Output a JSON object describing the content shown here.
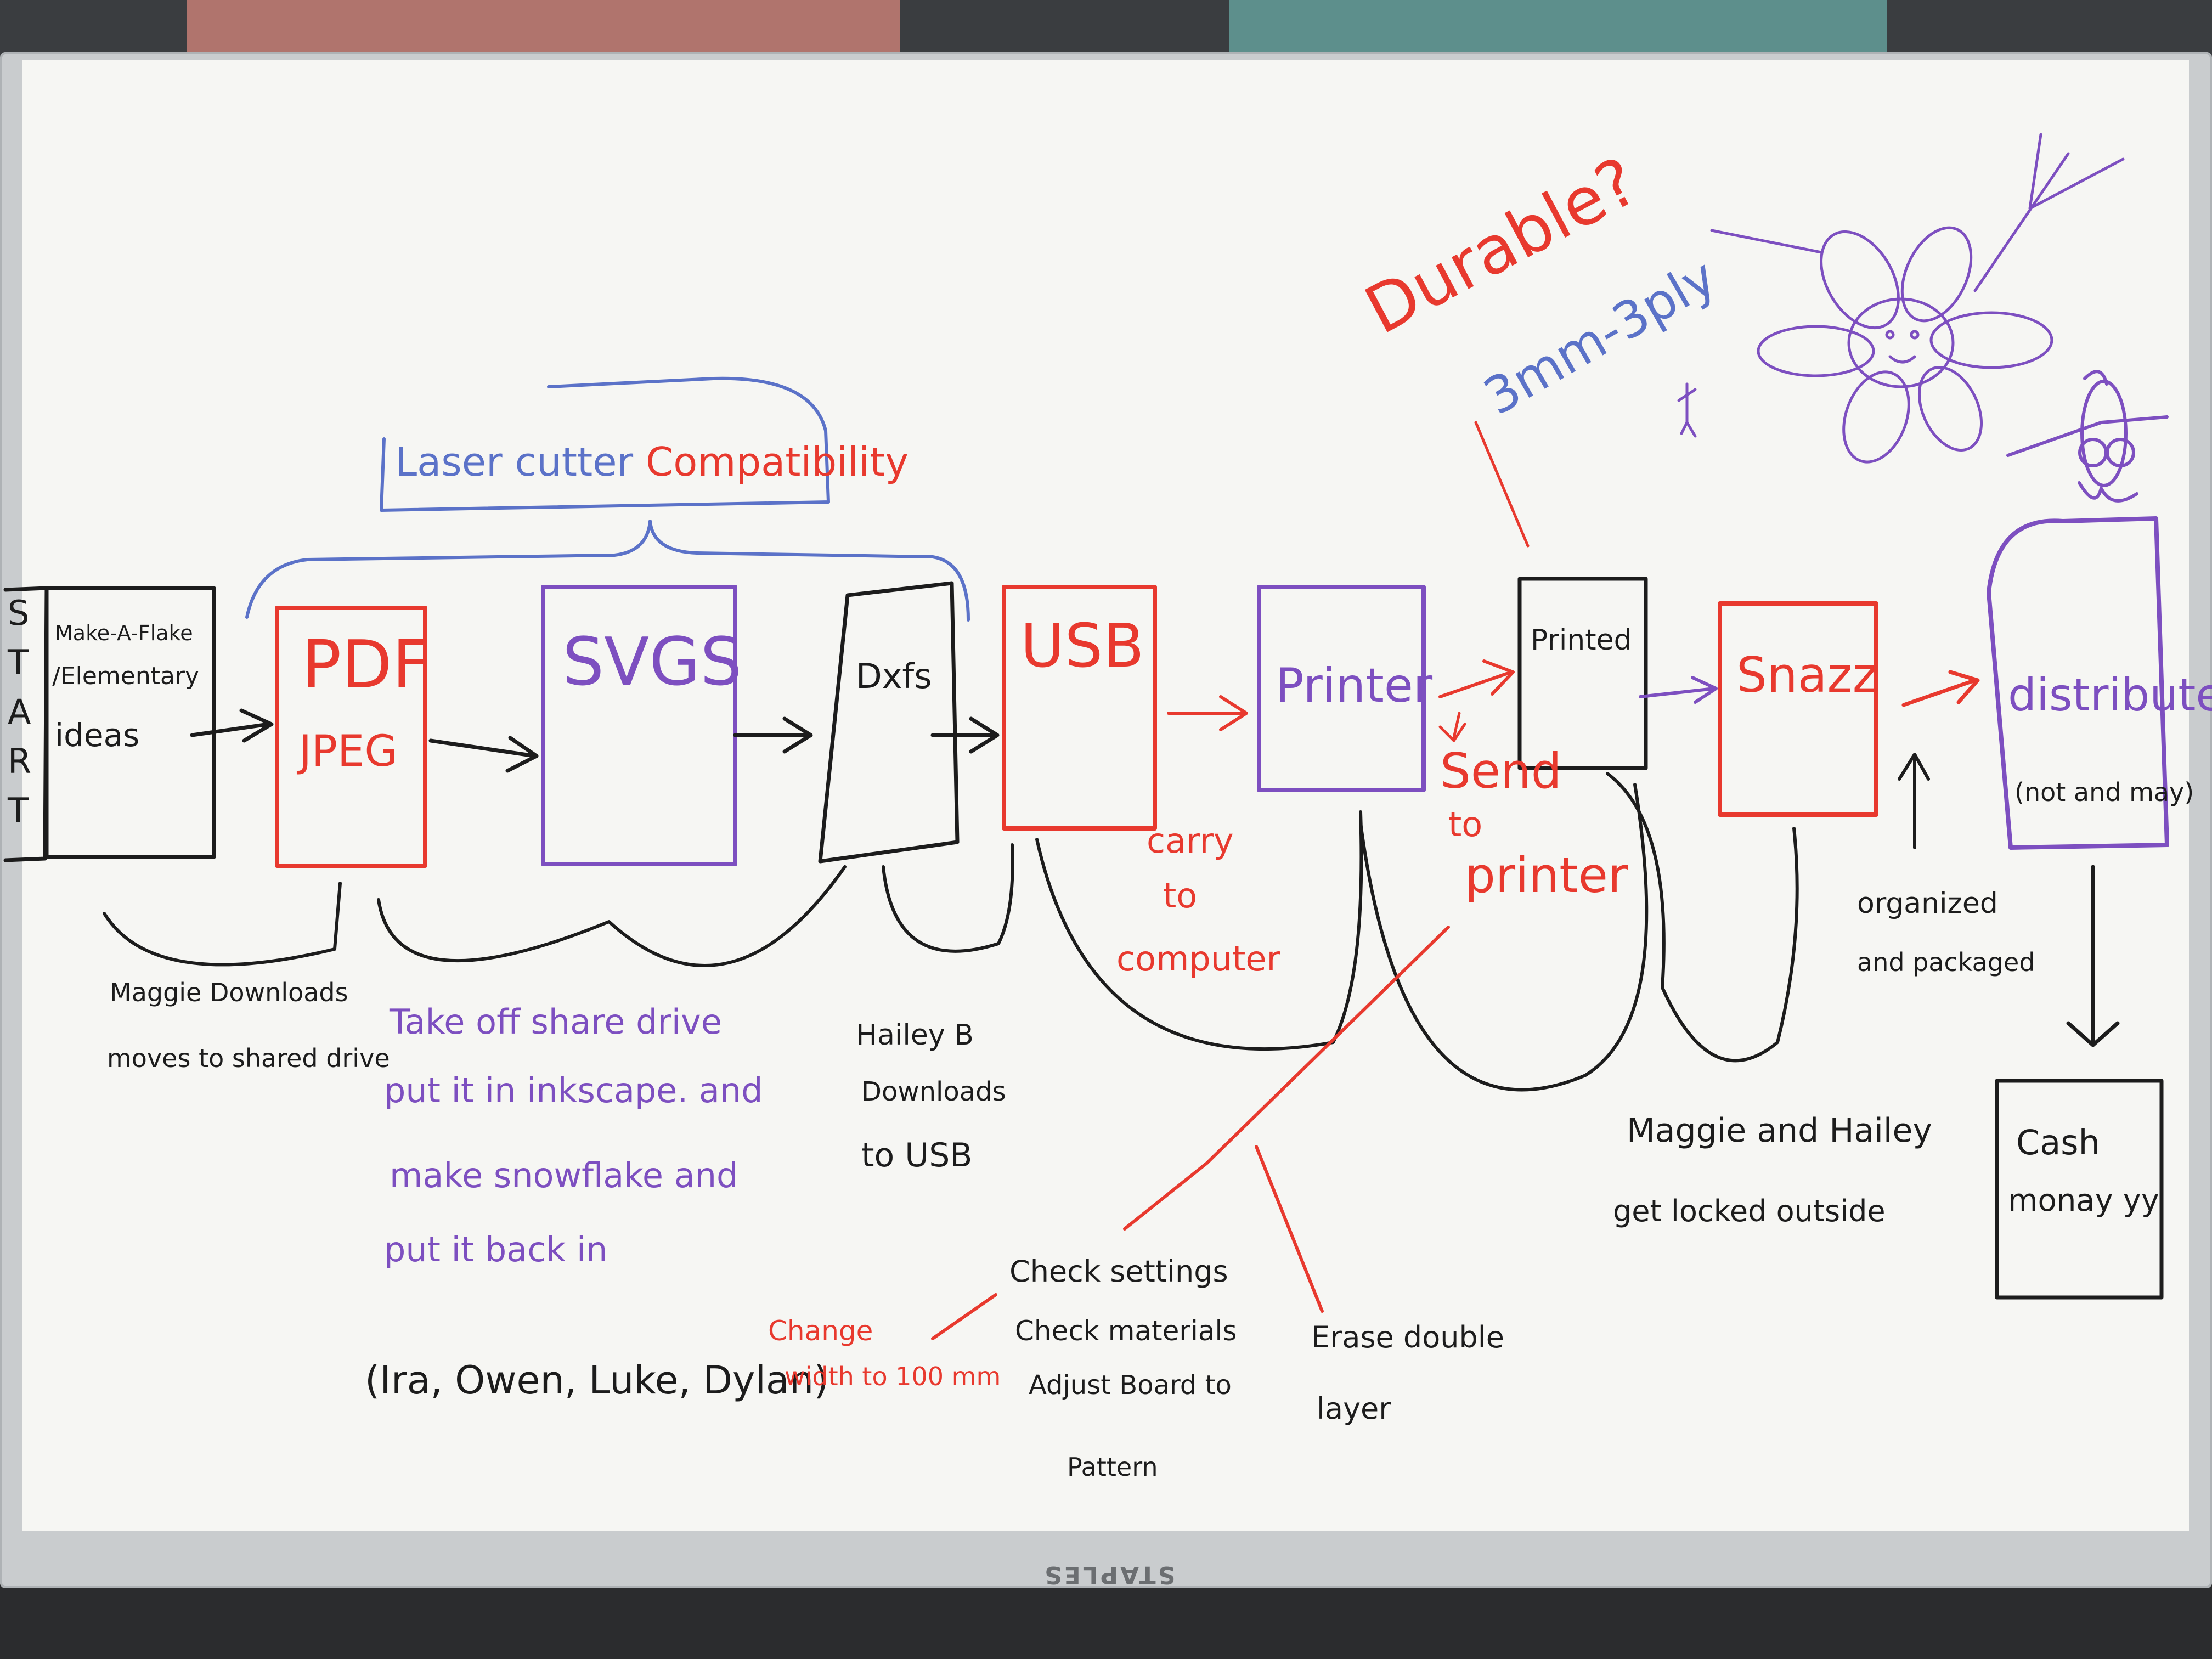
{
  "start_letters": [
    "S",
    "T",
    "A",
    "R",
    "T"
  ],
  "boxes": {
    "make_a_flake": [
      "Make-A-Flake",
      "/Elementary",
      "ideas"
    ],
    "pdf_jpeg": [
      "PDF",
      "JPEG"
    ],
    "svgs": "SVGS",
    "dxfs": "Dxfs",
    "usb": "USB",
    "printer": "Printer",
    "printed": "Printed",
    "snazz": "Snazz",
    "distribute": [
      "distribute",
      "(not and may)"
    ],
    "cash": [
      "Cash",
      "monay yy"
    ]
  },
  "brace_label": {
    "part1": "Laser cutter ",
    "part2": "Compatibility"
  },
  "edge_labels": {
    "carry": [
      "carry",
      "to",
      "computer"
    ],
    "send": [
      "Send",
      "to",
      "printer"
    ],
    "organized": [
      "organized",
      "and packaged"
    ]
  },
  "notes": {
    "maggie": [
      "Maggie Downloads",
      "moves to shared drive"
    ],
    "takeoff": [
      "Take off share drive",
      "put it in inkscape. and",
      "make snowflake and",
      "put it back in"
    ],
    "names": "(Ira, Owen, Luke, Dylan)",
    "hailey": [
      "Hailey B",
      "Downloads",
      "to USB"
    ],
    "change": [
      "Change",
      "width to 100 mm"
    ],
    "check": [
      "Check settings",
      "Check materials",
      "Adjust Board to",
      "Pattern"
    ],
    "erase": [
      "Erase double",
      "layer"
    ],
    "maggie_hailey": [
      "Maggie and Hailey",
      "get locked outside"
    ],
    "durable": "Durable?",
    "ply": "3mm-3ply"
  },
  "brand": "STAPLES",
  "colors": {
    "black": "#1c1c1c",
    "red": "#e8392e",
    "purple": "#7d4fc0",
    "blue": "#5b72c8"
  }
}
